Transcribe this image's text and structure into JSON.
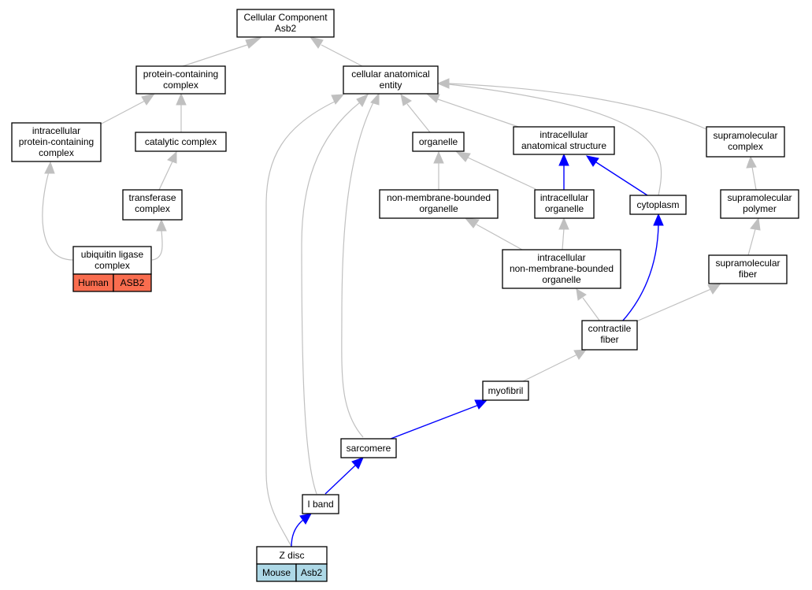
{
  "nodes": {
    "root": [
      "Cellular Component",
      "Asb2"
    ],
    "protein_containing_complex": [
      "protein-containing",
      "complex"
    ],
    "cellular_anatomical_entity": [
      "cellular anatomical",
      "entity"
    ],
    "intracellular_protein_containing_complex": [
      "intracellular",
      "protein-containing",
      "complex"
    ],
    "catalytic_complex": [
      "catalytic complex"
    ],
    "organelle": [
      "organelle"
    ],
    "intracellular_anatomical_structure": [
      "intracellular",
      "anatomical structure"
    ],
    "supramolecular_complex": [
      "supramolecular",
      "complex"
    ],
    "transferase_complex": [
      "transferase",
      "complex"
    ],
    "non_membrane_bounded_organelle": [
      "non-membrane-bounded",
      "organelle"
    ],
    "intracellular_organelle": [
      "intracellular",
      "organelle"
    ],
    "cytoplasm": [
      "cytoplasm"
    ],
    "supramolecular_polymer": [
      "supramolecular",
      "polymer"
    ],
    "ubiquitin_ligase_complex": [
      "ubiquitin ligase",
      "complex"
    ],
    "intracellular_non_membrane_bounded_organelle": [
      "intracellular",
      "non-membrane-bounded",
      "organelle"
    ],
    "supramolecular_fiber": [
      "supramolecular",
      "fiber"
    ],
    "contractile_fiber": [
      "contractile",
      "fiber"
    ],
    "myofibril": [
      "myofibril"
    ],
    "sarcomere": [
      "sarcomere"
    ],
    "i_band": [
      "I band"
    ],
    "z_disc": [
      "Z disc"
    ]
  },
  "annotations": {
    "ubiquitin_ligase_complex": {
      "species": "Human",
      "gene": "ASB2",
      "color": "#f96d4f"
    },
    "z_disc": {
      "species": "Mouse",
      "gene": "Asb2",
      "color": "#add8e6"
    }
  },
  "colors": {
    "edge_default": "#c0c0c0",
    "edge_highlight": "#0000ff"
  }
}
